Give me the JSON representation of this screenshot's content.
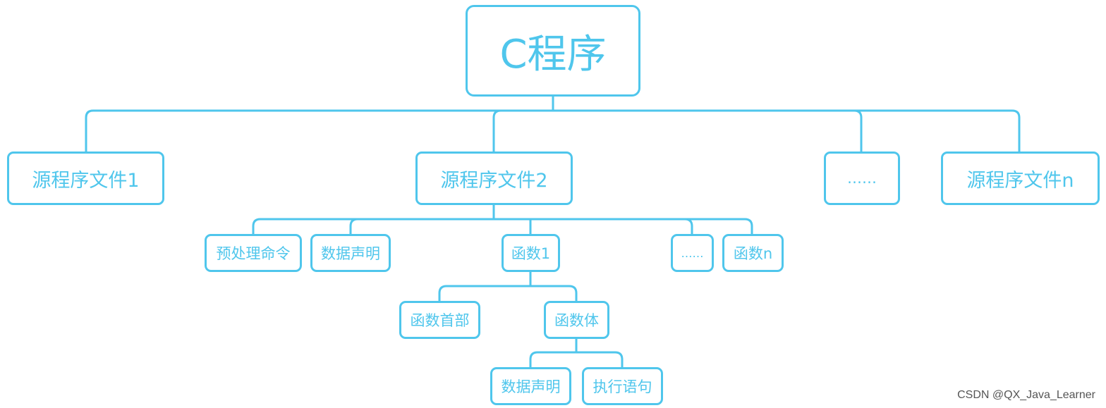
{
  "diagram": {
    "root": "C程序",
    "source_files": [
      "源程序文件1",
      "源程序文件2",
      "……",
      "源程序文件n"
    ],
    "file2_children": [
      "预处理命令",
      "数据声明",
      "函数1",
      "……",
      "函数n"
    ],
    "function1_children": [
      "函数首部",
      "函数体"
    ],
    "body_children": [
      "数据声明",
      "执行语句"
    ]
  },
  "watermark": "CSDN @QX_Java_Learner",
  "colors": {
    "accent": "#4fc6ec"
  }
}
